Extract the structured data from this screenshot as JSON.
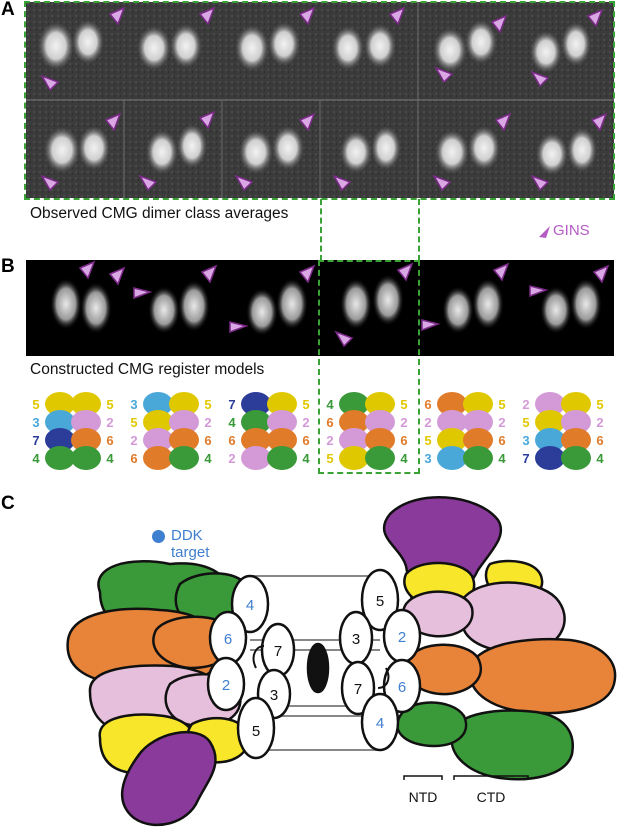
{
  "panel_labels": {
    "a": "A",
    "b": "B",
    "c": "C"
  },
  "panel_a": {
    "caption": "Observed CMG dimer class averages",
    "legend_label": "GINS",
    "legend_color": "#c56ed0"
  },
  "panel_b": {
    "caption": "Constructed CMG register models",
    "models": [
      {
        "left": [
          "5",
          "3",
          "7",
          "4"
        ],
        "left_colors": [
          "#e0c800",
          "#4aa8d8",
          "#2b3d99",
          "#3a9a3a"
        ],
        "right": [
          "5",
          "2",
          "6",
          "4"
        ],
        "right_colors": [
          "#e0c800",
          "#d49ad8",
          "#e07b2a",
          "#3a9a3a"
        ]
      },
      {
        "left": [
          "3",
          "5",
          "2",
          "6"
        ],
        "left_colors": [
          "#4aa8d8",
          "#e0c800",
          "#d49ad8",
          "#e07b2a"
        ],
        "right": [
          "5",
          "2",
          "6",
          "4"
        ],
        "right_colors": [
          "#e0c800",
          "#d49ad8",
          "#e07b2a",
          "#3a9a3a"
        ]
      },
      {
        "left": [
          "7",
          "4",
          "6",
          "2"
        ],
        "left_colors": [
          "#2b3d99",
          "#3a9a3a",
          "#e07b2a",
          "#d49ad8"
        ],
        "right": [
          "5",
          "2",
          "6",
          "4"
        ],
        "right_colors": [
          "#e0c800",
          "#d49ad8",
          "#e07b2a",
          "#3a9a3a"
        ]
      },
      {
        "left": [
          "4",
          "6",
          "2",
          "5"
        ],
        "left_colors": [
          "#3a9a3a",
          "#e07b2a",
          "#d49ad8",
          "#e0c800"
        ],
        "right": [
          "5",
          "2",
          "6",
          "4"
        ],
        "right_colors": [
          "#e0c800",
          "#d49ad8",
          "#e07b2a",
          "#3a9a3a"
        ]
      },
      {
        "left": [
          "6",
          "2",
          "5",
          "3"
        ],
        "left_colors": [
          "#e07b2a",
          "#d49ad8",
          "#e0c800",
          "#4aa8d8"
        ],
        "right": [
          "5",
          "2",
          "6",
          "4"
        ],
        "right_colors": [
          "#e0c800",
          "#d49ad8",
          "#e07b2a",
          "#3a9a3a"
        ]
      },
      {
        "left": [
          "2",
          "5",
          "3",
          "7"
        ],
        "left_colors": [
          "#d49ad8",
          "#e0c800",
          "#4aa8d8",
          "#2b3d99"
        ],
        "right": [
          "5",
          "2",
          "6",
          "4"
        ],
        "right_colors": [
          "#e0c800",
          "#d49ad8",
          "#e07b2a",
          "#3a9a3a"
        ]
      }
    ]
  },
  "panel_c": {
    "legend_label": "DDK target",
    "legend_color": "#3f7fcf",
    "ring_left_numbers": [
      "4",
      "6",
      "7",
      "2",
      "3",
      "5"
    ],
    "ring_right_numbers": [
      "5",
      "3",
      "2",
      "7",
      "6",
      "4"
    ],
    "domain_labels": {
      "ntd": "NTD",
      "ctd": "CTD"
    },
    "colors": {
      "green": "#3a9a3a",
      "orange": "#e8843a",
      "pink": "#e6bfdc",
      "yellow": "#f7e62a",
      "purple": "#8a3a9a",
      "blue_num": "#3f7fcf"
    }
  }
}
